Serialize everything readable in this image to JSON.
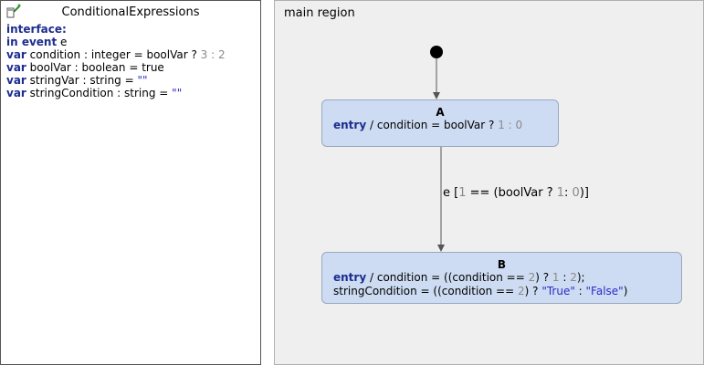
{
  "definition_panel": {
    "title": "ConditionalExpressions",
    "icon": "statechart-icon",
    "interface_keyword": "interface:",
    "event_line": {
      "kw": "in event",
      "name": " e"
    },
    "vars": [
      {
        "kw": "var",
        "text": " condition : integer = boolVar ? ",
        "n1": "3",
        "mid": " : ",
        "n2": "2"
      },
      {
        "kw": "var",
        "text": " boolVar : boolean = true"
      },
      {
        "kw": "var",
        "text": " stringVar : string = ",
        "str": "\"\""
      },
      {
        "kw": "var",
        "text": " stringCondition : string = ",
        "str": "\"\""
      }
    ]
  },
  "region": {
    "title": "main region",
    "states": {
      "a": {
        "name": "A",
        "entry_kw": "entry",
        "line1_pre": " / condition = boolVar ? ",
        "n1": "1",
        "mid": " : ",
        "n2": "0"
      },
      "b": {
        "name": "B",
        "entry_kw": "entry",
        "line1_pre": " / condition = ((condition == ",
        "l1_n1": "2",
        "l1_mid1": ") ? ",
        "l1_n2": "1",
        "l1_mid2": " : ",
        "l1_n3": "2",
        "l1_end": ");",
        "line2_pre": "stringCondition = ((condition == ",
        "l2_n1": "2",
        "l2_mid": ") ? ",
        "l2_s1": "\"True\"",
        "l2_sep": " : ",
        "l2_s2": "\"False\"",
        "l2_end": ")"
      }
    },
    "transition": {
      "pre": "e [",
      "n1": "1",
      "mid": " == (boolVar ? ",
      "n2": "1",
      "sep": ": ",
      "n3": "0",
      "end": ")]"
    }
  }
}
